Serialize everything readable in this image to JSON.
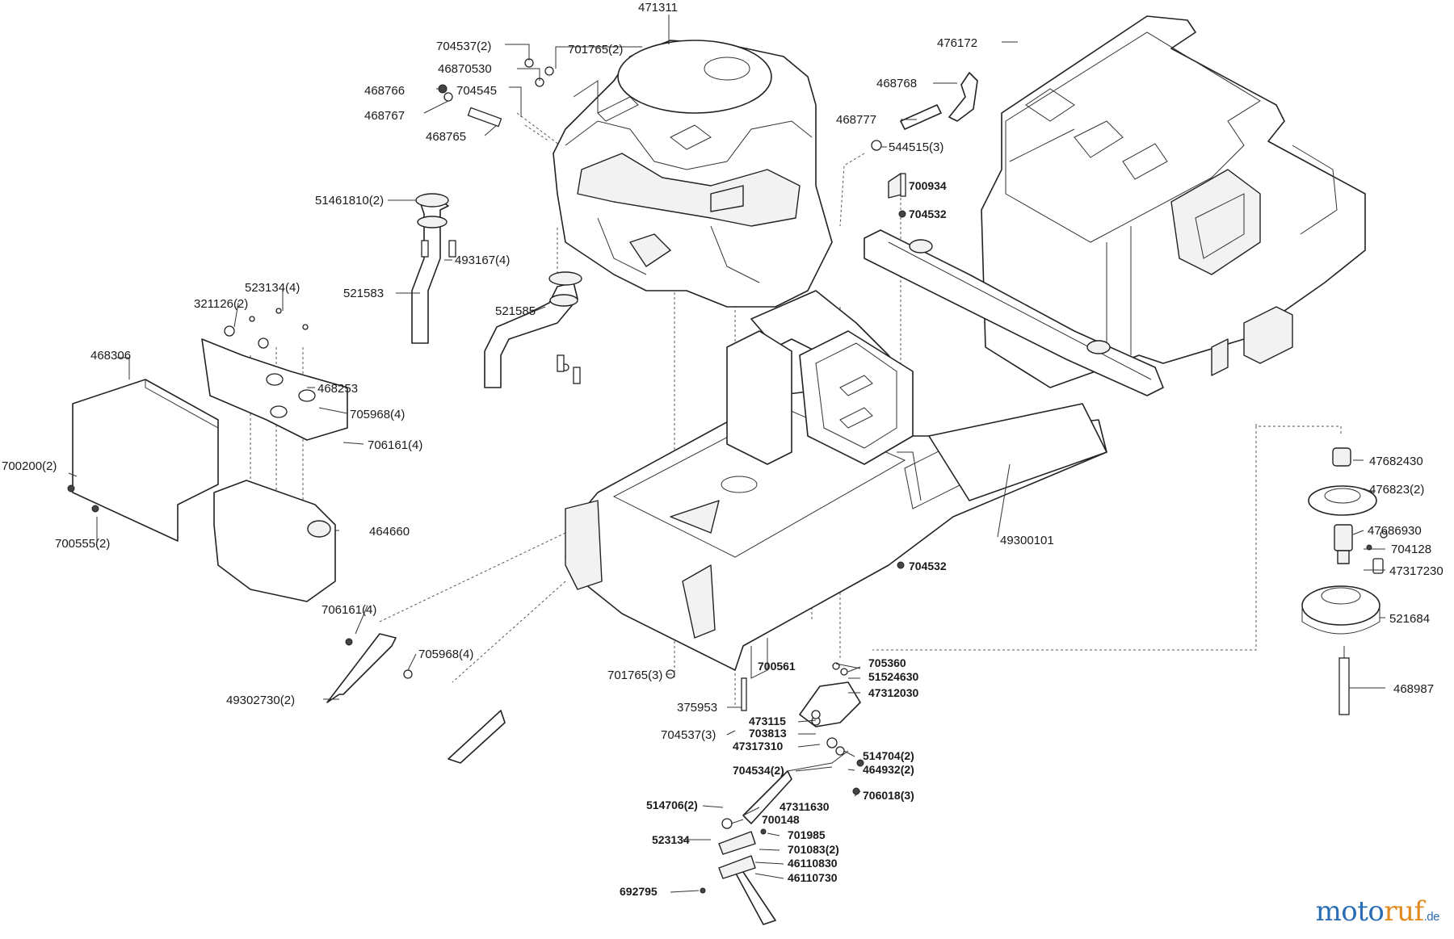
{
  "diagram": {
    "brand_logo": {
      "main_a": "moto",
      "main_b": "ruf",
      "suffix": ".de"
    },
    "labels": [
      {
        "text": "471311",
        "bold": false
      },
      {
        "text": "704537(2)",
        "bold": false
      },
      {
        "text": "701765(2)",
        "bold": false
      },
      {
        "text": "46870530",
        "bold": false
      },
      {
        "text": "468766",
        "bold": false
      },
      {
        "text": "704545",
        "bold": false
      },
      {
        "text": "468767",
        "bold": false
      },
      {
        "text": "468765",
        "bold": false
      },
      {
        "text": "476172",
        "bold": false
      },
      {
        "text": "468768",
        "bold": false
      },
      {
        "text": "468777",
        "bold": false
      },
      {
        "text": "544515(3)",
        "bold": false
      },
      {
        "text": "700934",
        "bold": true
      },
      {
        "text": "704532",
        "bold": true
      },
      {
        "text": "51461810(2)",
        "bold": false
      },
      {
        "text": "493167(4)",
        "bold": false
      },
      {
        "text": "521583",
        "bold": false
      },
      {
        "text": "521585",
        "bold": false
      },
      {
        "text": "523134(4)",
        "bold": false
      },
      {
        "text": "321126(2)",
        "bold": false
      },
      {
        "text": "468306",
        "bold": false
      },
      {
        "text": "468253",
        "bold": false
      },
      {
        "text": "705968(4)",
        "bold": false
      },
      {
        "text": "706161(4)",
        "bold": false
      },
      {
        "text": "700200(2)",
        "bold": false
      },
      {
        "text": "700555(2)",
        "bold": false
      },
      {
        "text": "464660",
        "bold": false
      },
      {
        "text": "49300101",
        "bold": false
      },
      {
        "text": "704532",
        "bold": true
      },
      {
        "text": "47682430",
        "bold": false
      },
      {
        "text": "476823(2)",
        "bold": false
      },
      {
        "text": "47686930",
        "bold": false
      },
      {
        "text": "704128",
        "bold": false
      },
      {
        "text": "47317230",
        "bold": false
      },
      {
        "text": "521684",
        "bold": false
      },
      {
        "text": "468987",
        "bold": false
      },
      {
        "text": "706161(4)",
        "bold": false
      },
      {
        "text": "705968(4)",
        "bold": false
      },
      {
        "text": "49302730(2)",
        "bold": false
      },
      {
        "text": "701765(3)",
        "bold": false
      },
      {
        "text": "700561",
        "bold": true
      },
      {
        "text": "705360",
        "bold": true
      },
      {
        "text": "51524630",
        "bold": true
      },
      {
        "text": "47312030",
        "bold": true
      },
      {
        "text": "375953",
        "bold": false
      },
      {
        "text": "473115",
        "bold": true
      },
      {
        "text": "704537(3)",
        "bold": false
      },
      {
        "text": "703813",
        "bold": true
      },
      {
        "text": "47317310",
        "bold": true
      },
      {
        "text": "514704(2)",
        "bold": true
      },
      {
        "text": "704534(2)",
        "bold": true
      },
      {
        "text": "464932(2)",
        "bold": true
      },
      {
        "text": "706018(3)",
        "bold": true
      },
      {
        "text": "514706(2)",
        "bold": true
      },
      {
        "text": "47311630",
        "bold": true
      },
      {
        "text": "700148",
        "bold": true
      },
      {
        "text": "523134",
        "bold": true
      },
      {
        "text": "701985",
        "bold": true
      },
      {
        "text": "701083(2)",
        "bold": true
      },
      {
        "text": "46110830",
        "bold": true
      },
      {
        "text": "46110730",
        "bold": true
      },
      {
        "text": "692795",
        "bold": true
      }
    ]
  }
}
